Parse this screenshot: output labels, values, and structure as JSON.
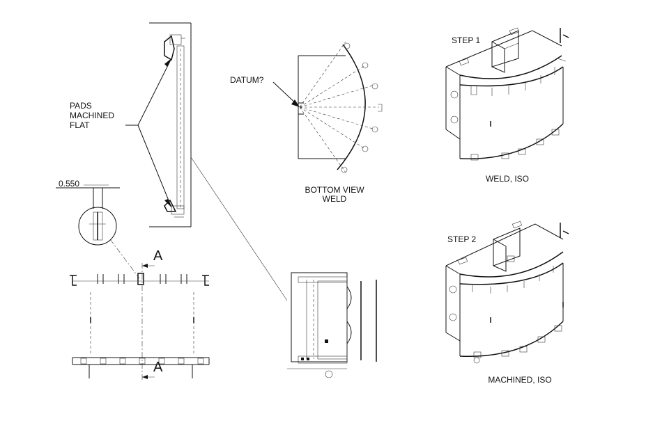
{
  "labels": {
    "pads": "PADS",
    "machined": "MACHINED",
    "flat": "FLAT",
    "dimension": "0.550",
    "section_top": "A",
    "section_bottom": "A",
    "datum": "DATUM?",
    "bottom_view": "BOTTOM VIEW",
    "bottom_view_weld": "WELD",
    "step1": "STEP 1",
    "weld_iso": "WELD, ISO",
    "step2": "STEP 2",
    "machined_iso": "MACHINED, ISO"
  }
}
